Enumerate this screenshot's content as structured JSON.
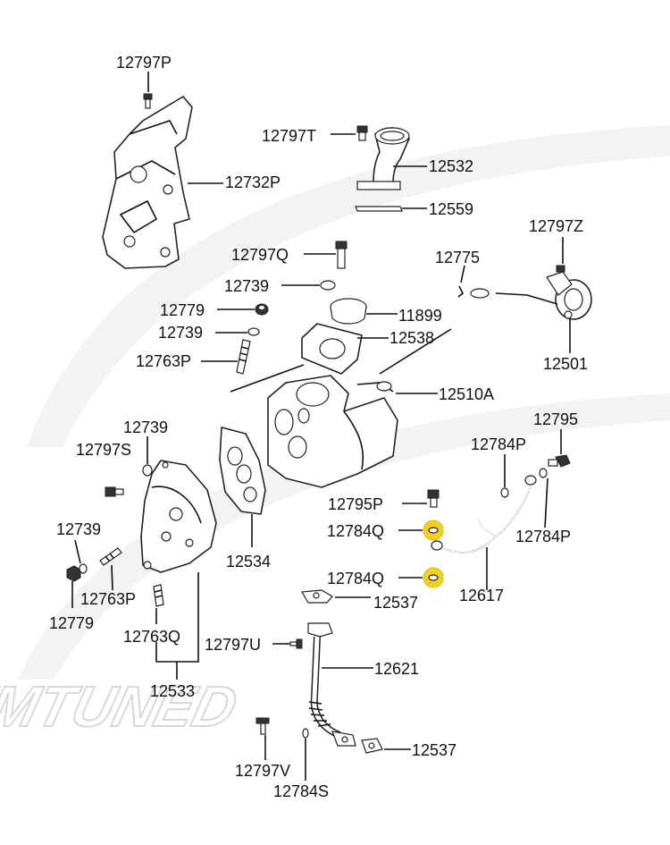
{
  "watermark": "STMTUNED",
  "colors": {
    "highlight": "#f2d21f",
    "line": "#111111",
    "watermark": "#d8d8d8"
  },
  "callouts": [
    {
      "id": "12797P",
      "text": "12797P"
    },
    {
      "id": "12797T",
      "text": "12797T"
    },
    {
      "id": "12532",
      "text": "12532"
    },
    {
      "id": "12732P",
      "text": "12732P"
    },
    {
      "id": "12559",
      "text": "12559"
    },
    {
      "id": "12797Z",
      "text": "12797Z"
    },
    {
      "id": "12797Q",
      "text": "12797Q"
    },
    {
      "id": "12775",
      "text": "12775"
    },
    {
      "id": "12739a",
      "text": "12739"
    },
    {
      "id": "12779a",
      "text": "12779"
    },
    {
      "id": "11899",
      "text": "11899"
    },
    {
      "id": "12739b",
      "text": "12739"
    },
    {
      "id": "12538",
      "text": "12538"
    },
    {
      "id": "12763Pa",
      "text": "12763P"
    },
    {
      "id": "12501",
      "text": "12501"
    },
    {
      "id": "12510A",
      "text": "12510A"
    },
    {
      "id": "12739c",
      "text": "12739"
    },
    {
      "id": "12795",
      "text": "12795"
    },
    {
      "id": "12797S",
      "text": "12797S"
    },
    {
      "id": "12784Pa",
      "text": "12784P"
    },
    {
      "id": "12795P",
      "text": "12795P"
    },
    {
      "id": "12739d",
      "text": "12739"
    },
    {
      "id": "12784Qa",
      "text": "12784Q"
    },
    {
      "id": "12784Pb",
      "text": "12784P"
    },
    {
      "id": "12534",
      "text": "12534"
    },
    {
      "id": "12784Qb",
      "text": "12784Q"
    },
    {
      "id": "12763Pb",
      "text": "12763P"
    },
    {
      "id": "12617",
      "text": "12617"
    },
    {
      "id": "12537a",
      "text": "12537"
    },
    {
      "id": "12779b",
      "text": "12779"
    },
    {
      "id": "12763Q",
      "text": "12763Q"
    },
    {
      "id": "12797U",
      "text": "12797U"
    },
    {
      "id": "12621",
      "text": "12621"
    },
    {
      "id": "12533",
      "text": "12533"
    },
    {
      "id": "12537b",
      "text": "12537"
    },
    {
      "id": "12797V",
      "text": "12797V"
    },
    {
      "id": "12784S",
      "text": "12784S"
    }
  ]
}
